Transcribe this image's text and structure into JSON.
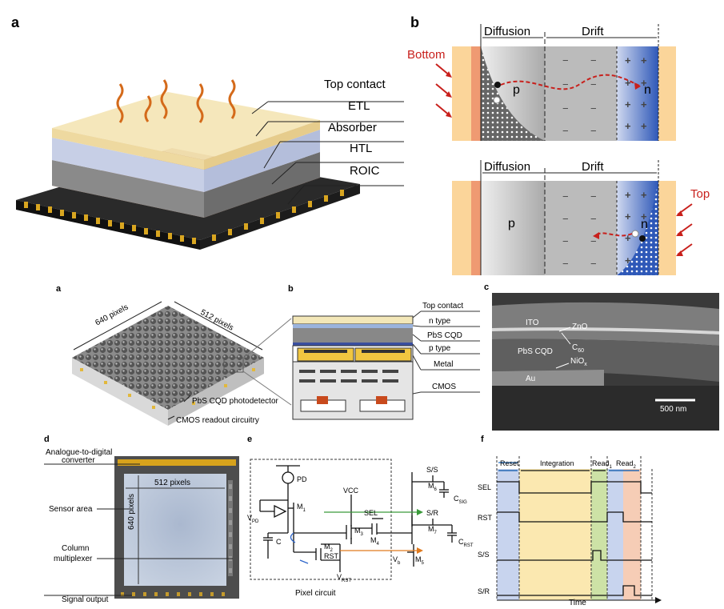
{
  "top": {
    "a": {
      "letter": "a",
      "layers": [
        "Top contact",
        "ETL",
        "Absorber",
        "HTL",
        "ROIC"
      ]
    },
    "b": {
      "letter": "b",
      "diffusion": "Diffusion",
      "drift": "Drift",
      "bottom": "Bottom",
      "top": "Top",
      "p": "p",
      "n": "n"
    }
  },
  "bottom": {
    "a": {
      "letter": "a",
      "pix640": "640 pixels",
      "pix512": "512 pixels",
      "pbs": "PbS CQD photodetector",
      "cmos": "CMOS readout circuitry"
    },
    "b": {
      "letter": "b",
      "labels": [
        "Top contact",
        "n type",
        "PbS CQD",
        "p type",
        "Metal",
        "CMOS"
      ]
    },
    "c": {
      "letter": "c",
      "ito": "ITO",
      "zno": "ZnO",
      "pbs": "PbS CQD",
      "c60": "C",
      "c60sub": "60",
      "niox": "NiO",
      "nioxsub": "x",
      "au": "Au",
      "scale": "500 nm"
    },
    "d": {
      "letter": "d",
      "adc1": "Analogue-to-digital",
      "adc2": "converter",
      "pix512": "512 pixels",
      "pix640": "640 pixels",
      "sensor": "Sensor area",
      "col1": "Column",
      "col2": "multiplexer",
      "signal": "Signal output"
    },
    "e": {
      "letter": "e",
      "pd": "PD",
      "vcc": "VCC",
      "sel": "SEL",
      "rst": "RST",
      "c": "C",
      "vpd": "V",
      "vpdsub": "PD",
      "vrst": "V",
      "vrstsub": "RST",
      "vb": "V",
      "vbsub": "b",
      "m1": "M",
      "m1s": "1",
      "m2": "M",
      "m2s": "2",
      "m3": "M",
      "m3s": "3",
      "m4": "M",
      "m4s": "4",
      "m5": "M",
      "m5s": "5",
      "m6": "M",
      "m6s": "6",
      "m7": "M",
      "m7s": "7",
      "ss": "S/S",
      "sr": "S/R",
      "csig": "C",
      "csigs": "SIG",
      "crst": "C",
      "crsts": "RST",
      "caption": "Pixel circuit"
    },
    "f": {
      "letter": "f",
      "reset": "Reset",
      "integration": "Integration",
      "read1": "Read",
      "read1s": "1",
      "read2": "Read",
      "read2s": "2",
      "signals": [
        "SEL",
        "RST",
        "S/S",
        "S/R"
      ],
      "time": "Time"
    }
  }
}
